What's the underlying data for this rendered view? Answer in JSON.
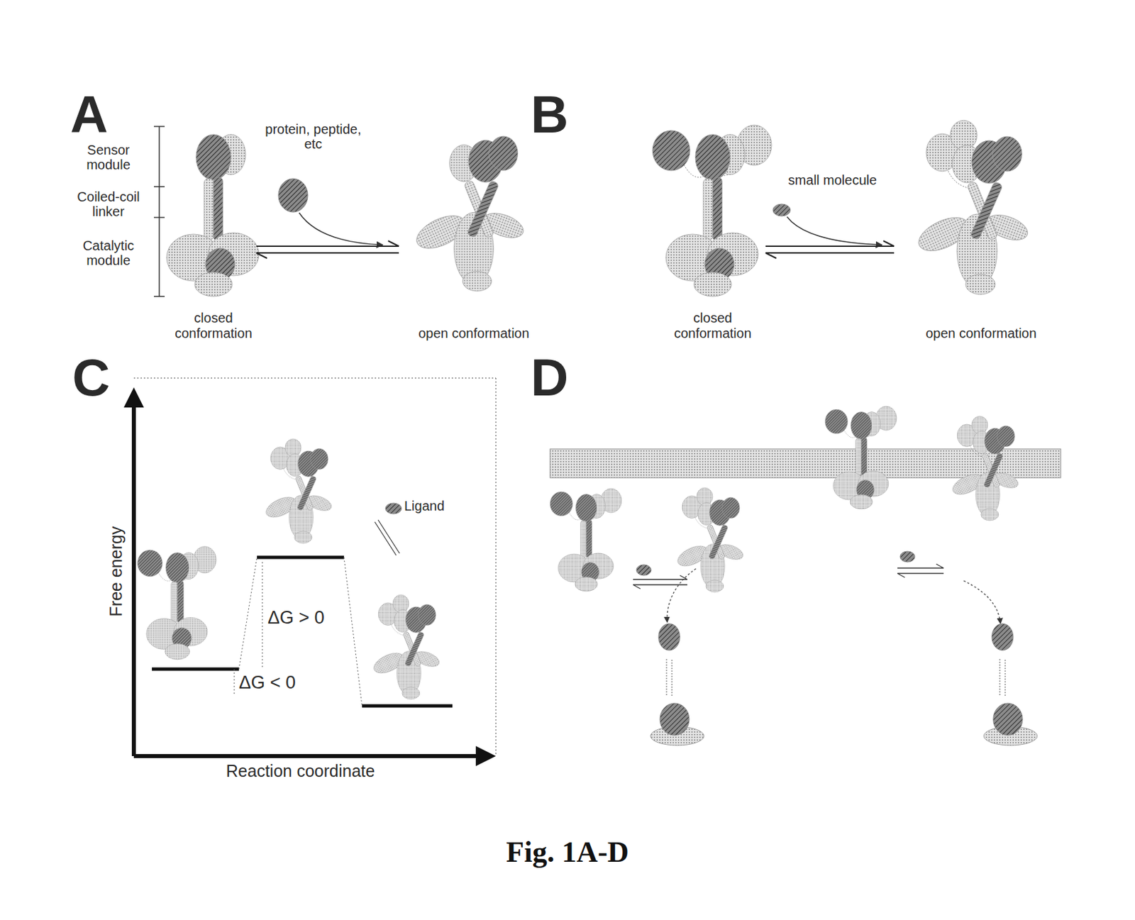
{
  "diagram": {
    "caption": "Fig. 1A-D",
    "nodes": [
      {
        "text": [
          "closed conformation"
        ]
      },
      {
        "text": [
          "open conformation"
        ]
      },
      {
        "text": [
          "closed conformation"
        ]
      },
      {
        "text": [
          "open conformation"
        ]
      }
    ],
    "edges": [
      {
        "from": 0,
        "to": 1,
        "arrow": "both"
      },
      {
        "from": 2,
        "to": 3,
        "arrow": "both"
      }
    ],
    "labels": [
      "A",
      "Sensor module",
      "Coiled-coil linker",
      "Catalytic module",
      "protein, peptide, etc",
      "B",
      "small molecule",
      "C",
      "Free energy",
      "ΔG > 0",
      "ΔG < 0",
      "Ligand",
      "Reaction coordinate",
      "D"
    ]
  }
}
